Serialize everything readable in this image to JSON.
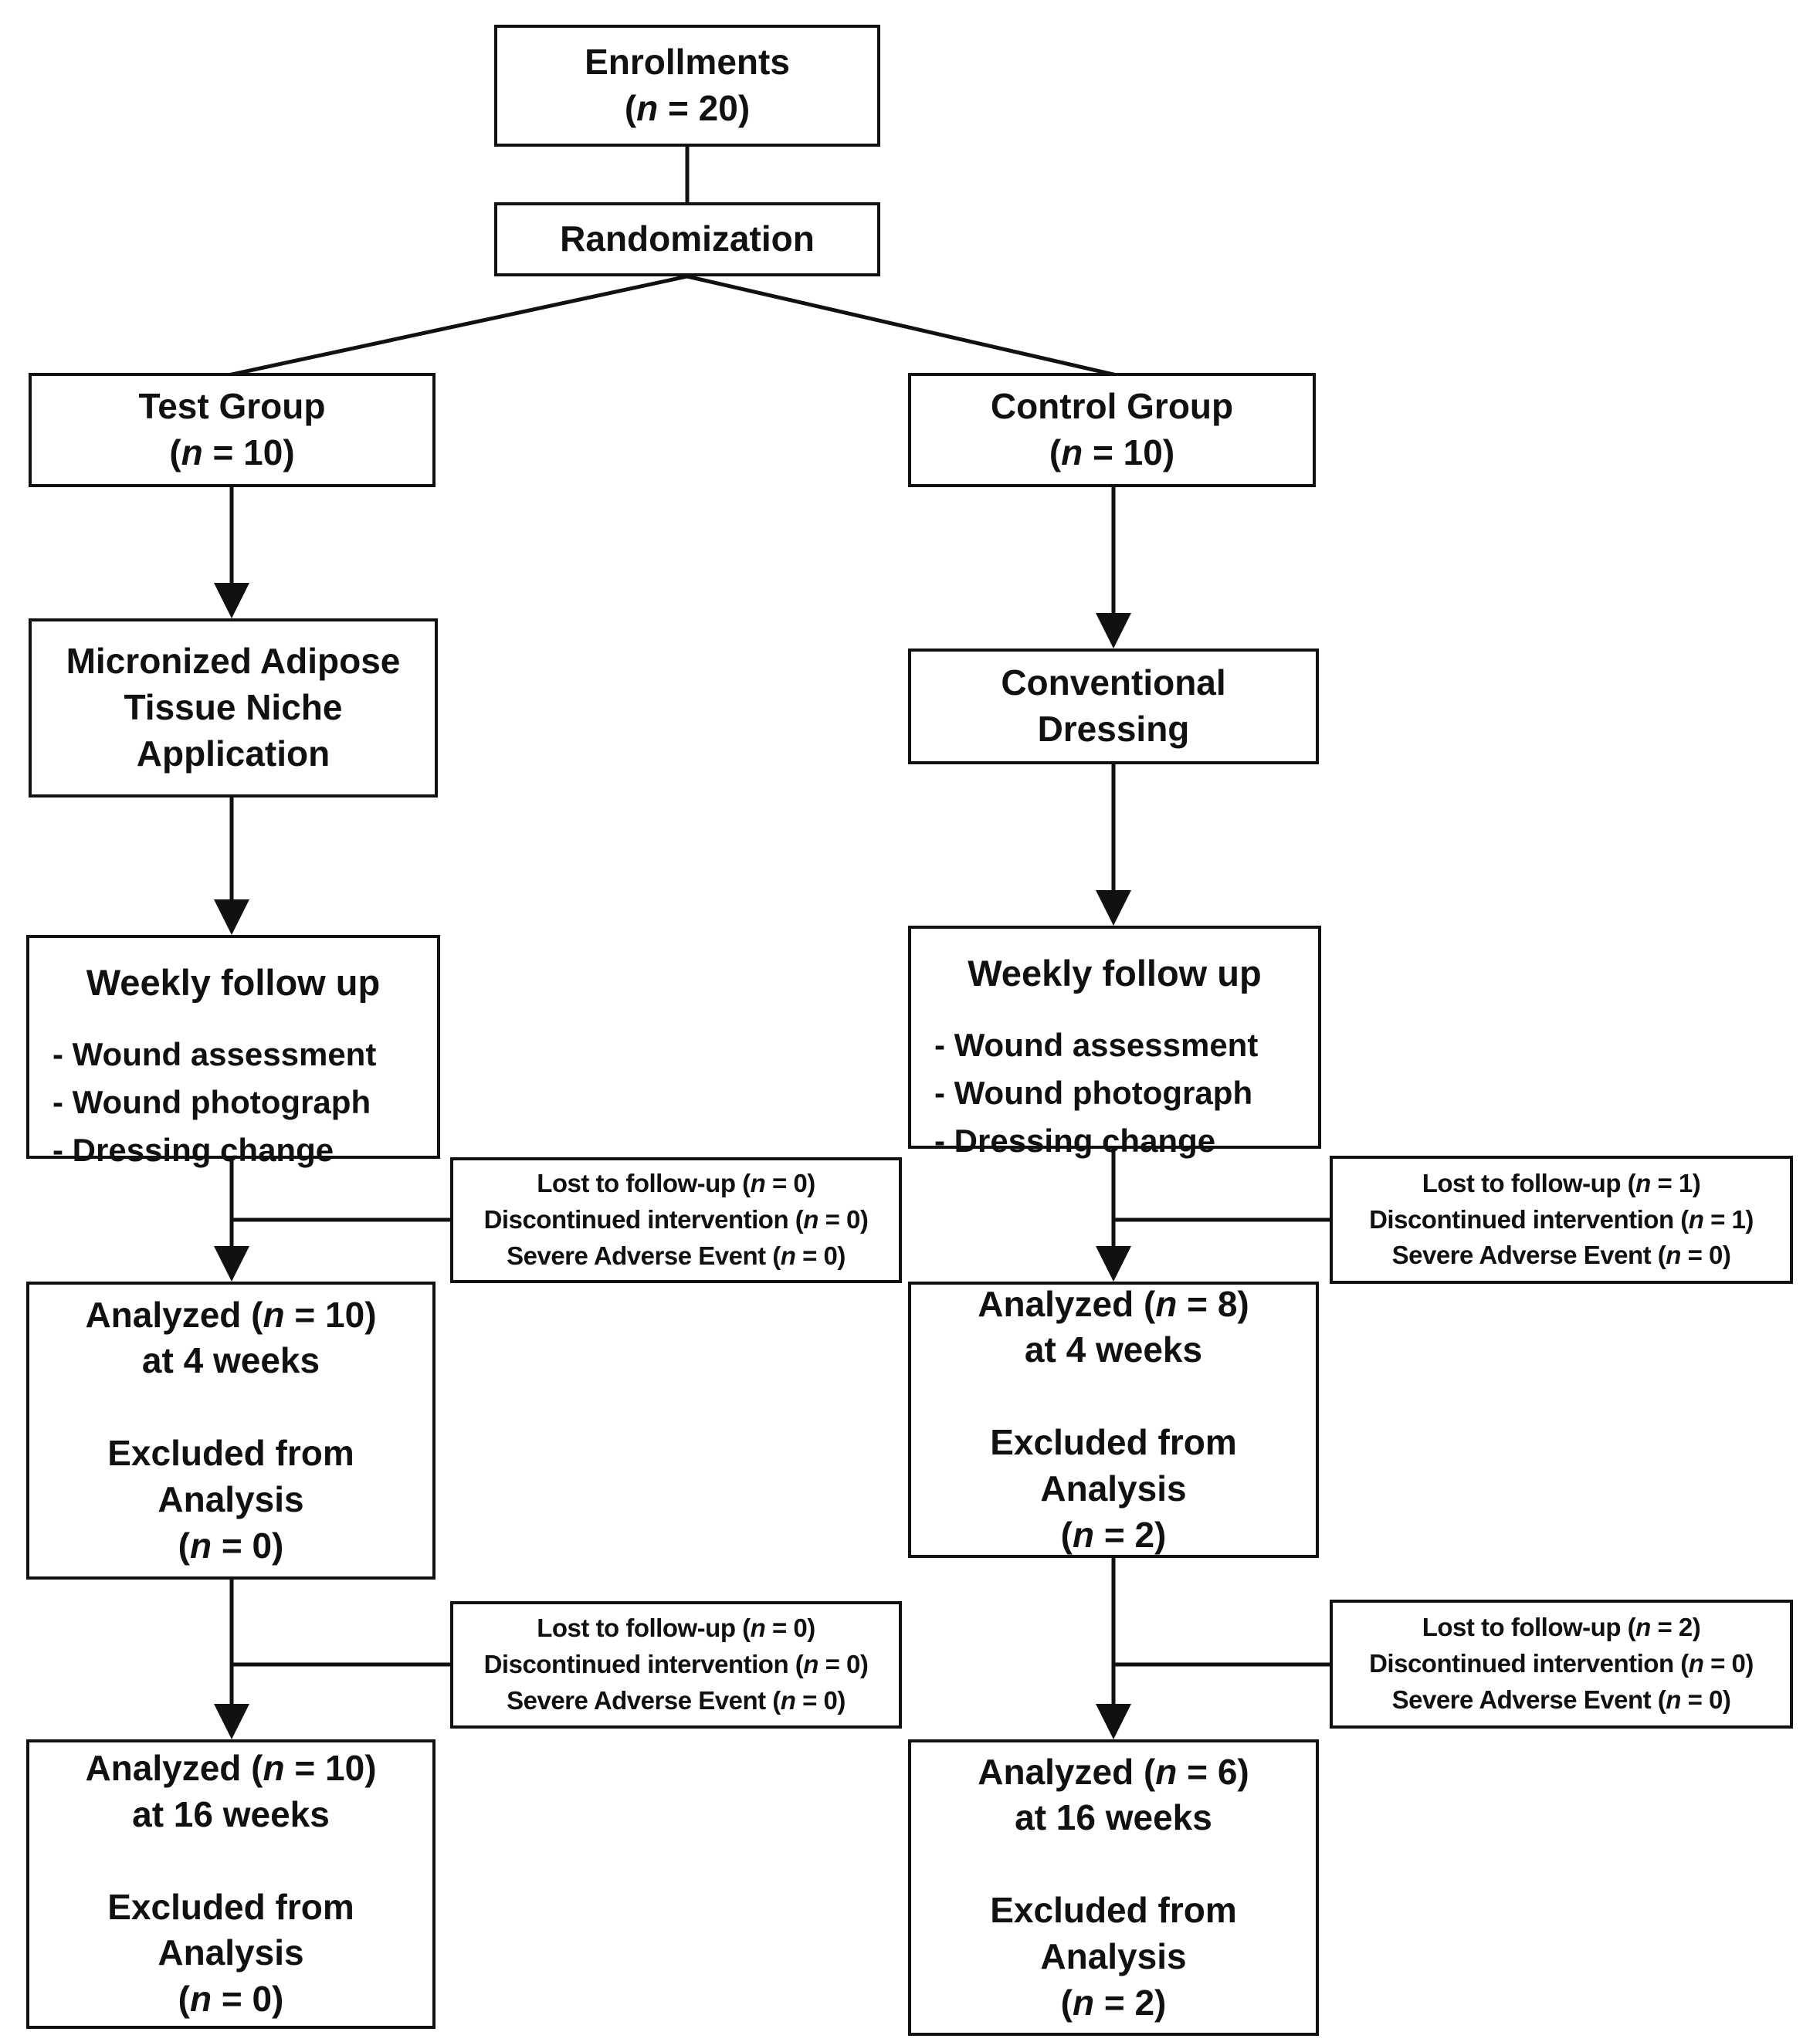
{
  "flowchart": {
    "title_semantic": "Randomized trial participant flow diagram",
    "enrollment": {
      "label": "Enrollments\n(n = 20)"
    },
    "randomization": {
      "label": "Randomization"
    },
    "test_arm": {
      "group": "Test Group\n(n = 10)",
      "intervention": "Micronized Adipose\nTissue Niche\nApplication",
      "followup_title": "Weekly follow up",
      "followup_items": "- Wound assessment\n- Wound photograph\n- Dressing change",
      "attrition_4w": "Lost to follow-up (n = 0)\nDiscontinued intervention (n = 0)\nSevere Adverse Event (n = 0)",
      "analyzed_4w": "Analyzed (n = 10)\nat 4 weeks\n\nExcluded from\nAnalysis\n(n = 0)",
      "attrition_16w": "Lost to follow-up (n = 0)\nDiscontinued intervention (n = 0)\nSevere Adverse Event (n = 0)",
      "analyzed_16w": "Analyzed (n = 10)\nat 16 weeks\n\nExcluded from\nAnalysis\n(n = 0)"
    },
    "control_arm": {
      "group": "Control Group\n(n = 10)",
      "intervention": "Conventional\nDressing",
      "followup_title": "Weekly follow up",
      "followup_items": "- Wound assessment\n- Wound photograph\n- Dressing change",
      "attrition_4w": "Lost to follow-up (n = 1)\nDiscontinued intervention (n = 1)\nSevere Adverse Event (n = 0)",
      "analyzed_4w": "Analyzed (n = 8)\nat 4 weeks\n\nExcluded from\nAnalysis\n(n = 2)",
      "attrition_16w": "Lost to follow-up (n = 2)\nDiscontinued intervention (n = 0)\nSevere Adverse Event (n = 0)",
      "analyzed_16w": "Analyzed (n = 6)\nat 16 weeks\n\nExcluded from\nAnalysis\n(n = 2)"
    },
    "colors": {
      "line": "#111111",
      "box_bg": "#ffffff"
    }
  }
}
